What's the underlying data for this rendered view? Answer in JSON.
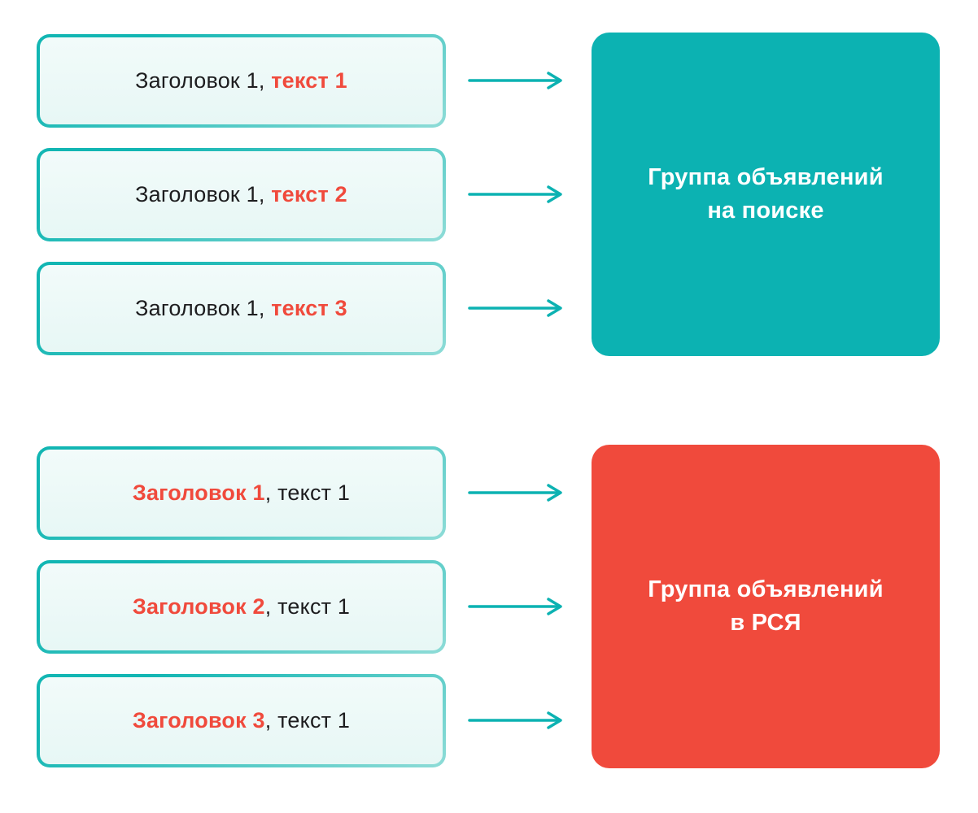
{
  "colors": {
    "teal": "#0cb2b2",
    "teal_border": "#12b6b3",
    "teal_border_light": "#8edcd7",
    "red": "#f04a3c",
    "text": "#1d1d1f",
    "card_bg_top": "#f2fbfa",
    "card_bg_bottom": "#e7f7f5"
  },
  "search_group": {
    "cards": [
      {
        "normal": "Заголовок 1, ",
        "highlight": "текст 1"
      },
      {
        "normal": "Заголовок 1, ",
        "highlight": "текст 2"
      },
      {
        "normal": "Заголовок 1, ",
        "highlight": "текст 3"
      }
    ],
    "target": {
      "line1": "Группа объявлений",
      "line2": "на поиске"
    }
  },
  "rsya_group": {
    "cards": [
      {
        "highlight": "Заголовок 1",
        "normal": ", текст 1"
      },
      {
        "highlight": "Заголовок 2",
        "normal": ", текст 1"
      },
      {
        "highlight": "Заголовок 3",
        "normal": ", текст 1"
      }
    ],
    "target": {
      "line1": "Группа объявлений",
      "line2": "в РСЯ"
    }
  }
}
